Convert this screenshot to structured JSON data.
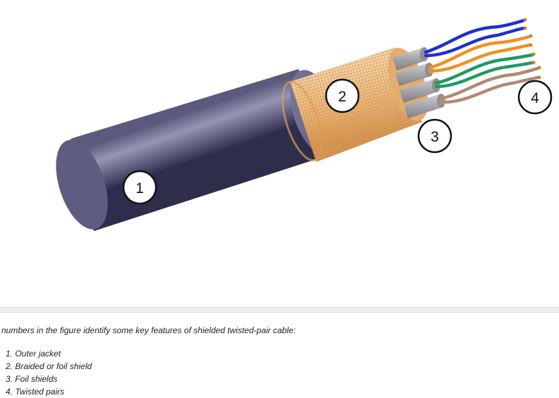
{
  "callouts": [
    "1",
    "2",
    "3",
    "4"
  ],
  "caption": "e numbers in the figure identify some key features of shielded twisted-pair cable:",
  "legend": [
    {
      "label": "1. Outer jacket"
    },
    {
      "label": "2. Braided or foil shield"
    },
    {
      "label": "3. Foil shields"
    },
    {
      "label": "4. Twisted pairs"
    }
  ],
  "colors": {
    "jacket": "#7e7d9c",
    "braid": "#f0c38d",
    "foil": "#a9a9ad",
    "pair_blue": "#1f2fd1",
    "pair_orange": "#f0901e",
    "pair_green": "#1e9a63",
    "pair_brown": "#b08a72"
  }
}
